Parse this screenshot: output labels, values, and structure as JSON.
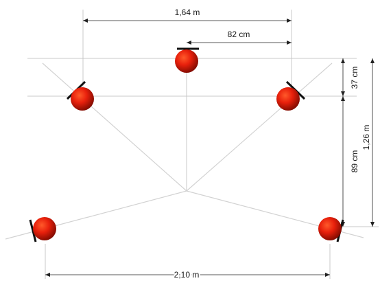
{
  "diagram": {
    "dimensions": {
      "front_width": "1,64 m",
      "center_offset": "82 cm",
      "front_depth": "37 cm",
      "total_depth": "1,26 m",
      "side_depth": "89 cm",
      "rear_width": "2,10 m"
    },
    "speakers": [
      {
        "position": "center",
        "color": "#e8200c"
      },
      {
        "position": "front-left",
        "color": "#e8200c"
      },
      {
        "position": "front-right",
        "color": "#e8200c"
      },
      {
        "position": "rear-left",
        "color": "#e8200c"
      },
      {
        "position": "rear-right",
        "color": "#e8200c"
      }
    ],
    "colors": {
      "speaker": "#e8200c",
      "speaker_dark": "#7a0a00",
      "guide": "#c8c8c8",
      "dimension": "#222222"
    }
  }
}
